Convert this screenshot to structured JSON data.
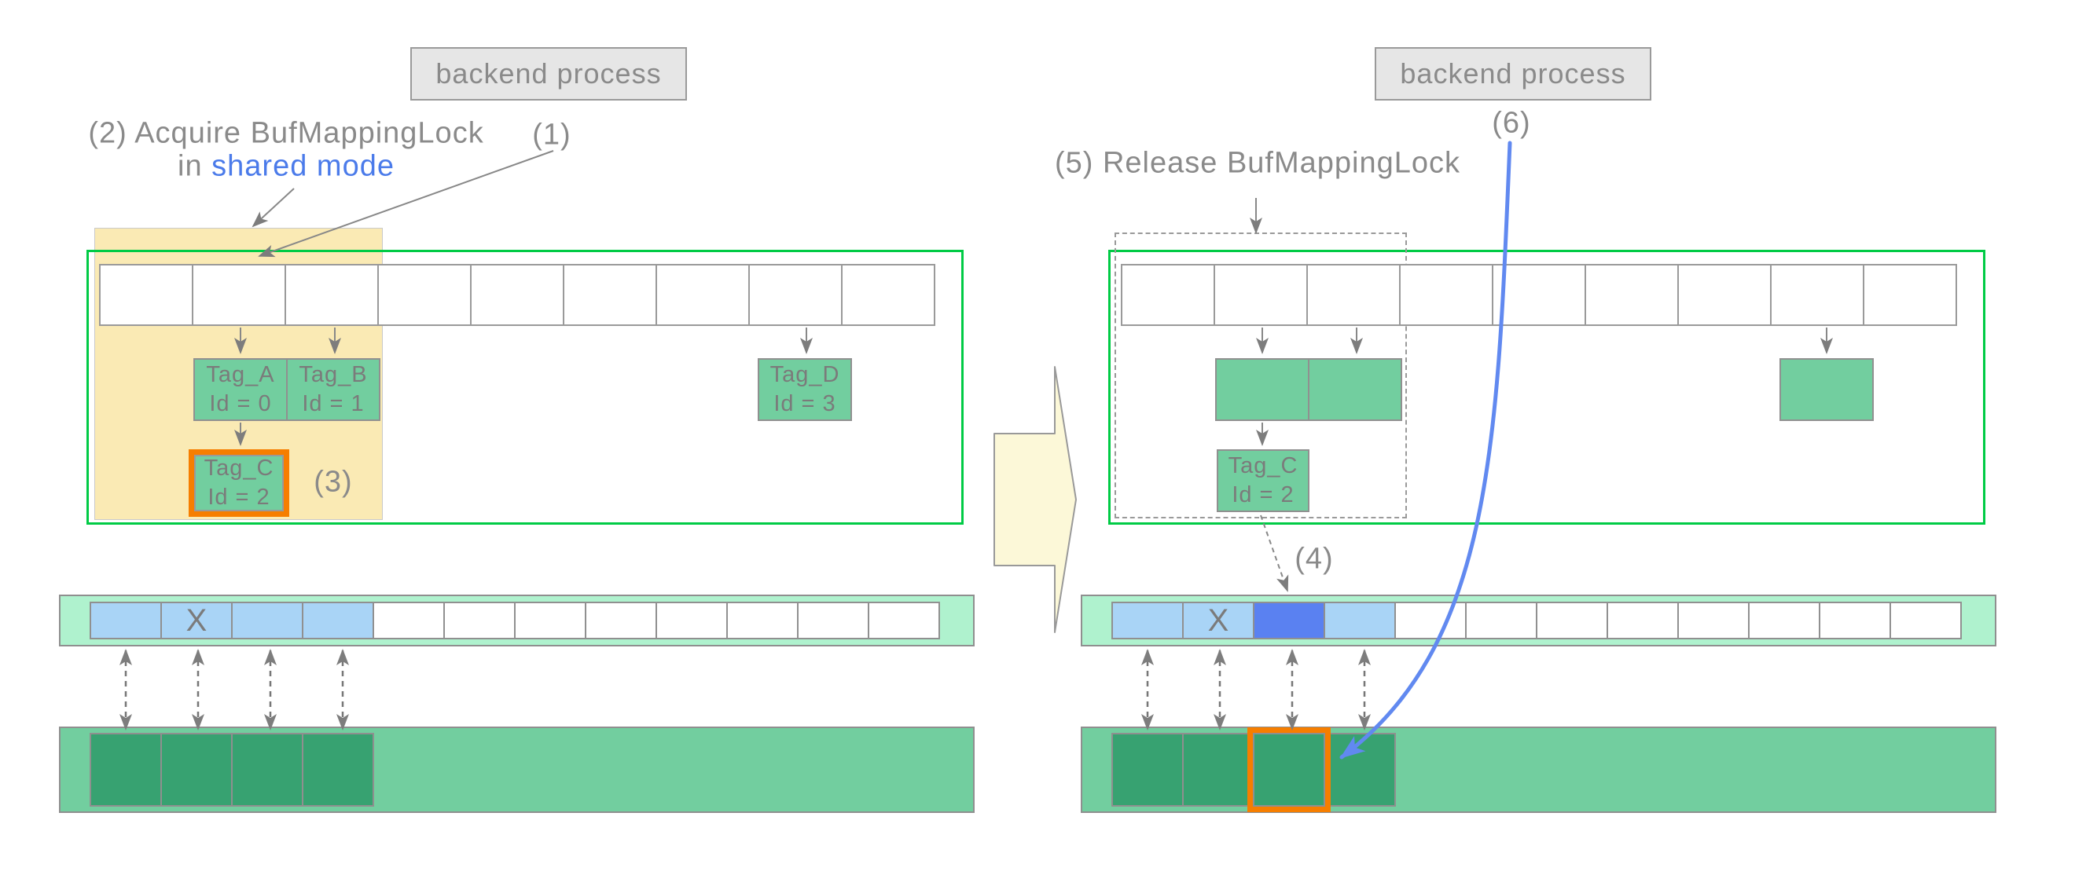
{
  "palette": {
    "panel_border_green": "#00cb45",
    "tag_green": "#72ce9f",
    "pool_dark_green": "#37a271",
    "descriptor_mint": "#aff2ce",
    "valid_cell_blue": "#a9d4f6",
    "new_cell_dark_blue": "#5a81f1",
    "highlight_orange": "#f67e00",
    "lock_region_yellow": "#faeab4",
    "transition_arrow_yellow": "#fcf8d8",
    "flow_arrow_blue": "#6189f0",
    "text_gray": "#8a8a8a",
    "shared_mode_blue": "#4b7bea"
  },
  "left": {
    "backend_label": "backend process",
    "labels": {
      "step1": "(1)",
      "step2_line1": "(2) Acquire BufMappingLock",
      "step2_in": "in ",
      "step2_mode": "shared mode",
      "step3": "(3)"
    },
    "hash_table": {
      "cell_count": 9
    },
    "tag_a": {
      "name": "Tag_A",
      "id": "Id = 0"
    },
    "tag_b": {
      "name": "Tag_B",
      "id": "Id = 1"
    },
    "tag_c": {
      "name": "Tag_C",
      "id": "Id = 2"
    },
    "tag_d": {
      "name": "Tag_D",
      "id": "Id = 3"
    },
    "descriptor_row": {
      "cells": [
        "blue",
        "blue-x",
        "blue",
        "blue",
        "white",
        "white",
        "white",
        "white",
        "white",
        "white",
        "white",
        "white"
      ],
      "x_mark": "X"
    },
    "pool_row": {
      "filled_cells": 4
    }
  },
  "right": {
    "backend_label": "backend process",
    "labels": {
      "step4": "(4)",
      "step5": "(5) Release BufMappingLock",
      "step6": "(6)"
    },
    "hash_table": {
      "cell_count": 9
    },
    "tag_pair_left": {
      "name": "",
      "id": ""
    },
    "tag_pair_right": {
      "name": "",
      "id": ""
    },
    "tag_c": {
      "name": "Tag_C",
      "id": "Id = 2"
    },
    "tag_d": {
      "name": "",
      "id": ""
    },
    "descriptor_row": {
      "cells": [
        "blue",
        "blue-x",
        "darkblue",
        "blue",
        "white",
        "white",
        "white",
        "white",
        "white",
        "white",
        "white",
        "white"
      ],
      "x_mark": "X"
    },
    "pool_row": {
      "filled_cells": 4,
      "highlighted_cell_index": 2
    }
  }
}
